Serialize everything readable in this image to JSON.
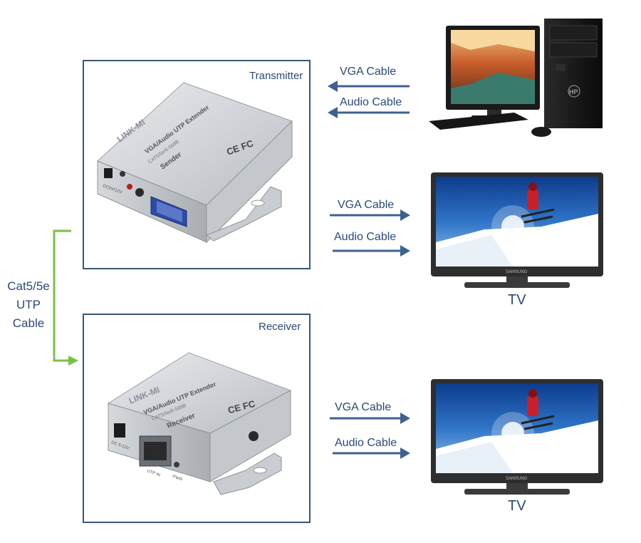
{
  "transmitter": {
    "label": "Transmitter",
    "brand": "LINK-MI",
    "product_name": "VGA/Audio UTP Extender",
    "model": "CAT5/5e/6-568B",
    "role": "Sender",
    "cert": "CE FC",
    "port_label": "DC5V/12V"
  },
  "receiver": {
    "label": "Receiver",
    "brand": "LINK-MI",
    "product_name": "VGA/Audio UTP Extender",
    "model": "CAT5/5e/6-568B",
    "role": "Receiver",
    "cert": "CE FC",
    "port_label": "DC 5-12V",
    "port2_label": "UTP IN",
    "port3_label": "PWR"
  },
  "link": {
    "line1": "Cat5/5e",
    "line2": "UTP",
    "line3": "Cable"
  },
  "source_cables": {
    "vga": "VGA Cable",
    "audio": "Audio Cable"
  },
  "tv1_cables": {
    "vga": "VGA Cable",
    "audio": "Audio Cable"
  },
  "tv2_cables": {
    "vga": "VGA Cable",
    "audio": "Audio Cable"
  },
  "computer": {
    "brand": "HP"
  },
  "tv1": {
    "label": "TV",
    "brand": "SAMSUNG"
  },
  "tv2": {
    "label": "TV",
    "brand": "SAMSUNG"
  },
  "colors": {
    "frame": "#3b5578",
    "arrow": "#3d6290",
    "link_arrow": "#7ac143",
    "text": "#2b4a78"
  }
}
